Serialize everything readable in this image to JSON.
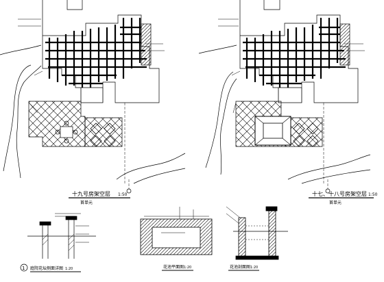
{
  "sheet": {
    "left_plan": {
      "title": "十九号房架空层",
      "scale": "1:50",
      "subtitle": "首单元"
    },
    "right_plan": {
      "title": "十七、十八号房架空层",
      "scale": "1:50",
      "subtitle": "首单元"
    },
    "detail_left": {
      "number": "1",
      "title": "庭院花坛侧面详图",
      "scale": "1:20"
    },
    "detail_mid": {
      "title": "花池平面图",
      "scale": "1:20"
    },
    "detail_right": {
      "title": "花池剖面图",
      "scale": "1:20"
    }
  },
  "colors": {
    "ink": "#000000",
    "paper": "#ffffff"
  }
}
